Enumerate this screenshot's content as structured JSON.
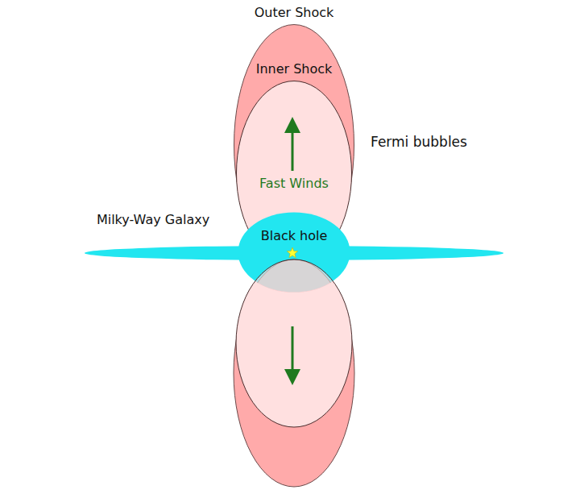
{
  "diagram": {
    "nodes": [
      {
        "text": [
          "Outer Shock"
        ]
      },
      {
        "text": [
          "Inner Shock",
          "Fast Winds"
        ],
        "in": 0
      },
      {
        "text": [
          "Black hole"
        ]
      }
    ],
    "labels": [
      "Fermi bubbles",
      "Milky-Way Galaxy"
    ]
  }
}
